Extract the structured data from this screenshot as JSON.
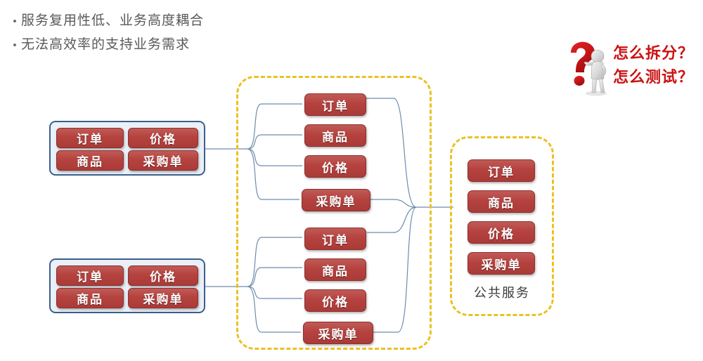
{
  "slide": {
    "background_color": "#ffffff",
    "bullets": [
      {
        "marker": "•",
        "text": "服务复用性低、业务高度耦合"
      },
      {
        "marker": "•",
        "text": "无法高效率的支持业务需求"
      }
    ],
    "question_callout": {
      "icon": "question-mark-person-icon",
      "lines": [
        "怎么拆分？",
        "怎么测试？"
      ],
      "color": "#cc1212"
    },
    "colors": {
      "chip_red": "#b5423f",
      "chip_border": "#8d2f2c",
      "monolith_border": "#3c5f8c",
      "monolith_fill": "#eaf0f7",
      "dashed_yellow": "#e9c223",
      "connector_blue": "#6d8cad",
      "bullet_text": "#58595b",
      "label_gray": "#3b3b3b"
    },
    "monolith_groups": [
      {
        "name": "monolith-group-top",
        "chips": [
          "订单",
          "价格",
          "商品",
          "采购单"
        ]
      },
      {
        "name": "monolith-group-bottom",
        "chips": [
          "订单",
          "价格",
          "商品",
          "采购单"
        ]
      }
    ],
    "split_groups": [
      {
        "name": "split-stack-top",
        "chips": [
          "订单",
          "商品",
          "价格",
          "采购单"
        ]
      },
      {
        "name": "split-stack-bottom",
        "chips": [
          "订单",
          "商品",
          "价格",
          "采购单"
        ]
      }
    ],
    "shared_group": {
      "name": "shared-service-group",
      "label": "公共服务",
      "chips": [
        "订单",
        "商品",
        "价格",
        "采购单"
      ]
    }
  }
}
